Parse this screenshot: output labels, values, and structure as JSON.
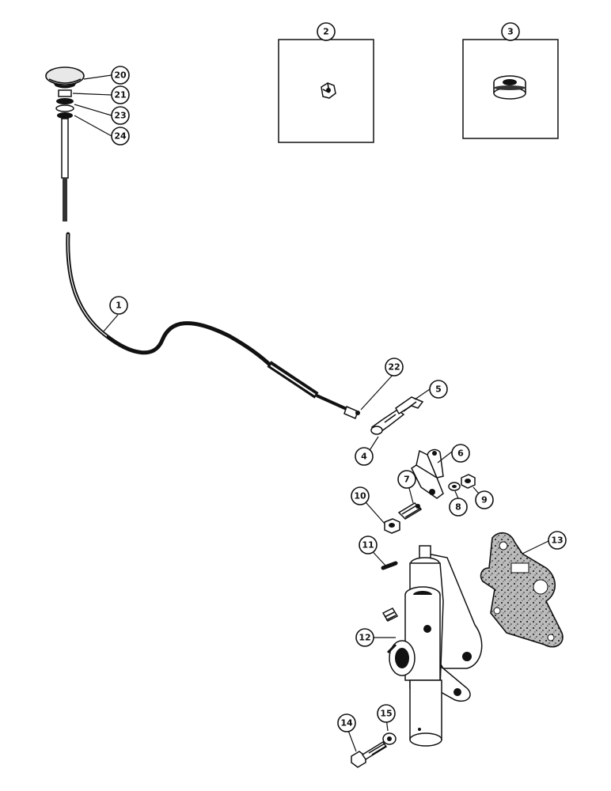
{
  "callouts": {
    "c1": "1",
    "c2": "2",
    "c3": "3",
    "c4": "4",
    "c5": "5",
    "c6": "6",
    "c7": "7",
    "c8": "8",
    "c9": "9",
    "c10": "10",
    "c11": "11",
    "c12": "12",
    "c13": "13",
    "c14": "14",
    "c15": "15",
    "c20": "20",
    "c21": "21",
    "c22": "22",
    "c23": "23",
    "c24": "24"
  }
}
